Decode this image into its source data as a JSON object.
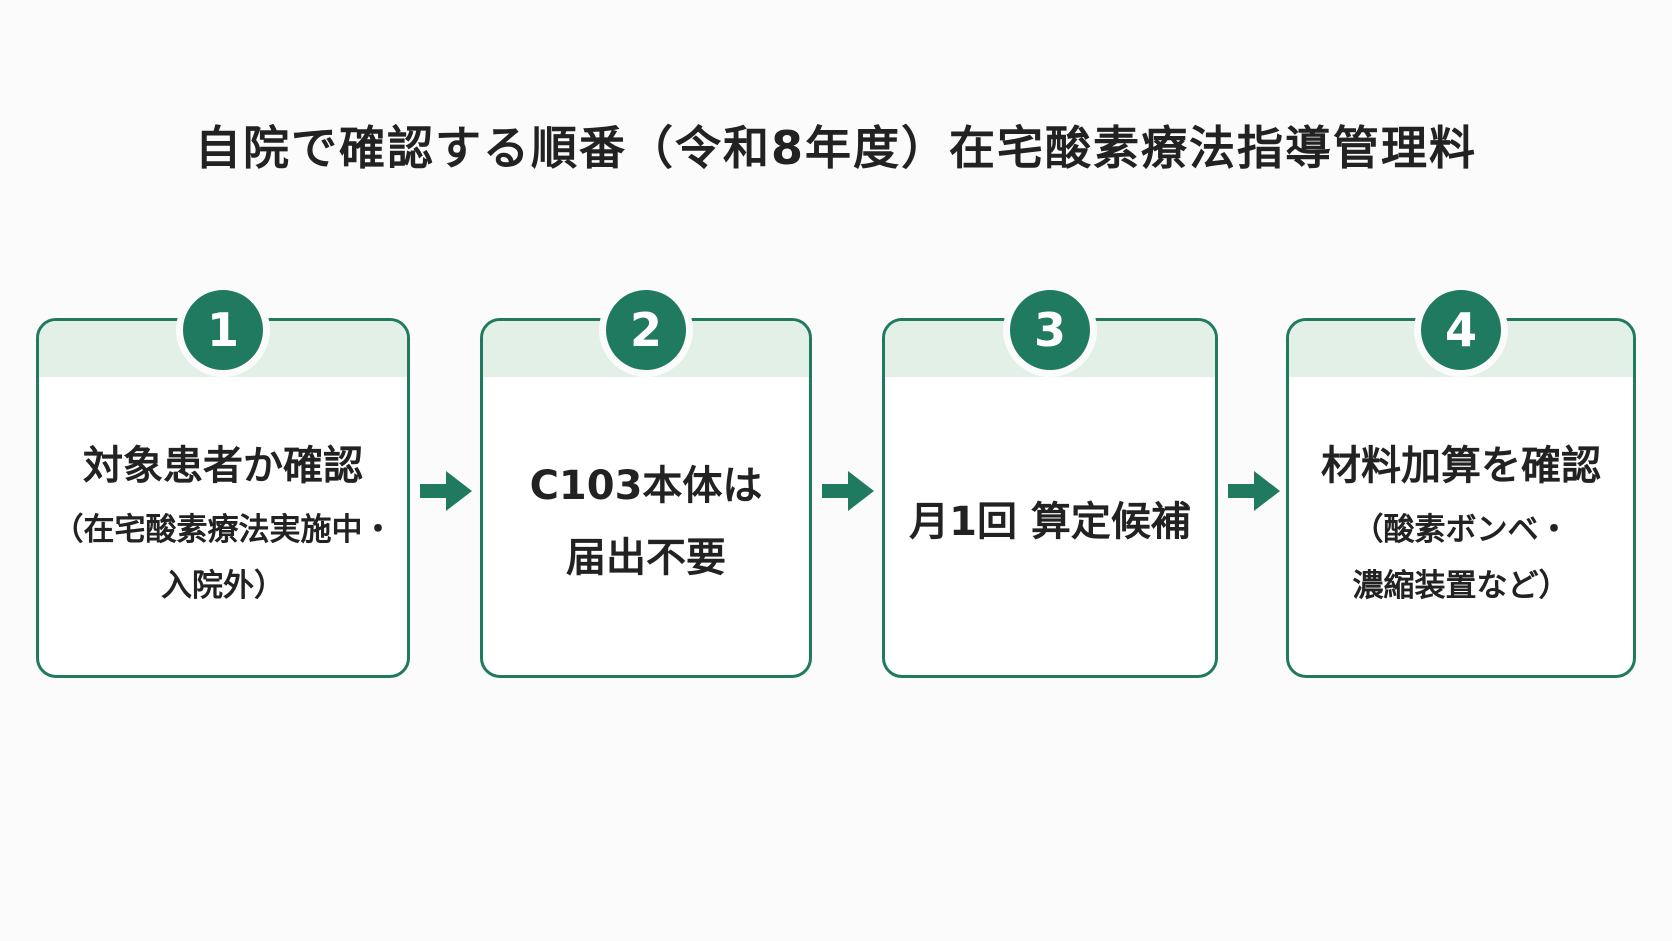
{
  "title": "自院で確認する順番（令和8年度）在宅酸素療法指導管理料",
  "colors": {
    "accent": "#1f7a5f",
    "band": "#e2f0e8",
    "text": "#222222",
    "background": "#fbfbfb"
  },
  "steps": [
    {
      "number": "1",
      "main_lines": [
        "対象患者か確認"
      ],
      "sub_lines": [
        "（在宅酸素療法実施中・",
        "入院外）"
      ]
    },
    {
      "number": "2",
      "main_lines": [
        "C103本体は",
        "届出不要"
      ],
      "sub_lines": []
    },
    {
      "number": "3",
      "main_lines": [
        "月1回 算定候補"
      ],
      "sub_lines": []
    },
    {
      "number": "4",
      "main_lines": [
        "材料加算を確認"
      ],
      "sub_lines": [
        "（酸素ボンベ・",
        "濃縮装置など）"
      ]
    }
  ],
  "arrow_icon": "arrow-right-icon"
}
